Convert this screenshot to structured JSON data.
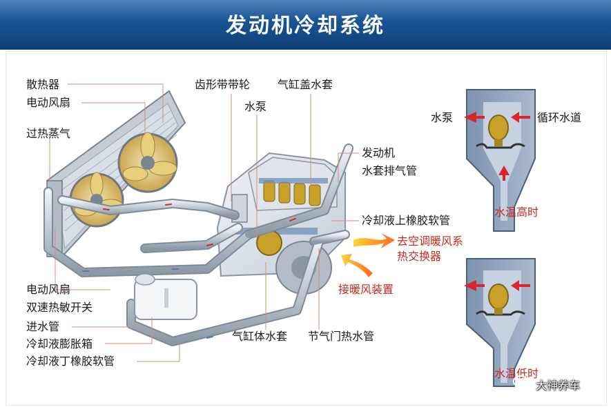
{
  "title": "发动机冷却系统",
  "labels": {
    "radiator": "散热器",
    "electric_fan": "电动风扇",
    "overheat_steam": "过热蒸气",
    "timing_belt_pulley": "齿形带带轮",
    "head_water_jacket": "气缸盖水套",
    "water_pump": "水泵",
    "engine_jacket_vent_1": "发动机",
    "engine_jacket_vent_2": "水套排气管",
    "upper_hose": "冷却液上橡胶软管",
    "to_heater_1": "去空调暖风系",
    "to_heater_2": "热交换器",
    "heater_connect": "接暖风装置",
    "fan_switch_1": "电动风扇",
    "fan_switch_2": "双速热敏开关",
    "inlet_pipe": "进水管",
    "expansion_tank": "冷却液膨胀箱",
    "lower_hose": "冷却液丁橡胶软管",
    "block_water_jacket": "气缸体水套",
    "throttle_hot_pipe": "节气门热水管",
    "thermo_pump": "水泵",
    "thermo_circuit": "循环水道",
    "temp_high": "水温高时",
    "temp_low": "水温低时"
  },
  "watermark": "大神养车",
  "colors": {
    "title_blue": "#17508f",
    "label_red": "#c8281e",
    "arrow_red": "#d9262c",
    "pipe_silver": "#bfc8d2",
    "water_blue": "#6f8fb8",
    "brass": "#c9a02a"
  },
  "icons": [
    "wechat-icon"
  ]
}
